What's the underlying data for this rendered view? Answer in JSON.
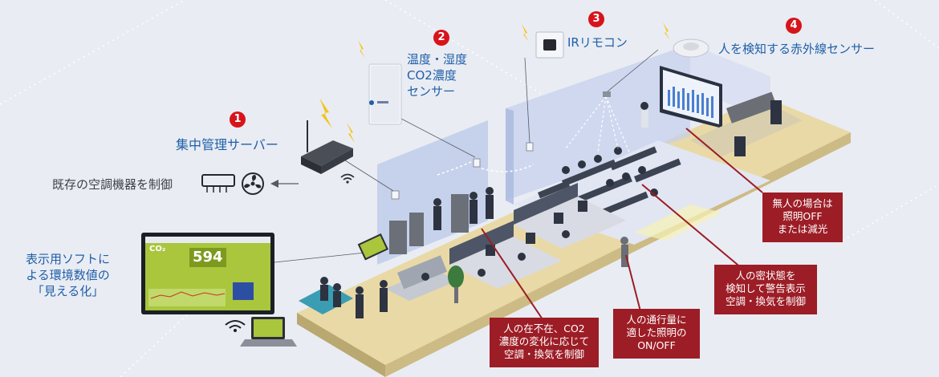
{
  "features": [
    {
      "number": "1",
      "label": "集中管理サーバー"
    },
    {
      "number": "2",
      "label_lines": [
        "温度・湿度",
        "CO2濃度",
        "センサー"
      ]
    },
    {
      "number": "3",
      "label": "IRリモコン"
    },
    {
      "number": "4",
      "label": "人を検知する赤外線センサー"
    }
  ],
  "control_label": "既存の空調機器を制御",
  "display_software_lines": [
    "表示用ソフトに",
    "よる環境数値の",
    "「見える化」"
  ],
  "monitor": {
    "co2_label": "CO₂",
    "co2_value": "594"
  },
  "callouts": [
    {
      "lines": [
        "無人の場合は",
        "照明OFF",
        "または減光"
      ]
    },
    {
      "lines": [
        "人の密状態を",
        "検知して警告表示",
        "空調・換気を制御"
      ]
    },
    {
      "lines": [
        "人の通行量に",
        "適した照明の",
        "ON/OFF"
      ]
    },
    {
      "lines": [
        "人の在不在、CO2",
        "濃度の変化に応じて",
        "空調・換気を制御"
      ]
    }
  ],
  "colors": {
    "label_blue": "#1f5fa8",
    "badge_red": "#d7141a",
    "callout_red": "#9c1d26",
    "floor": "#e9d9a6",
    "glass": "#b9c8e8"
  }
}
